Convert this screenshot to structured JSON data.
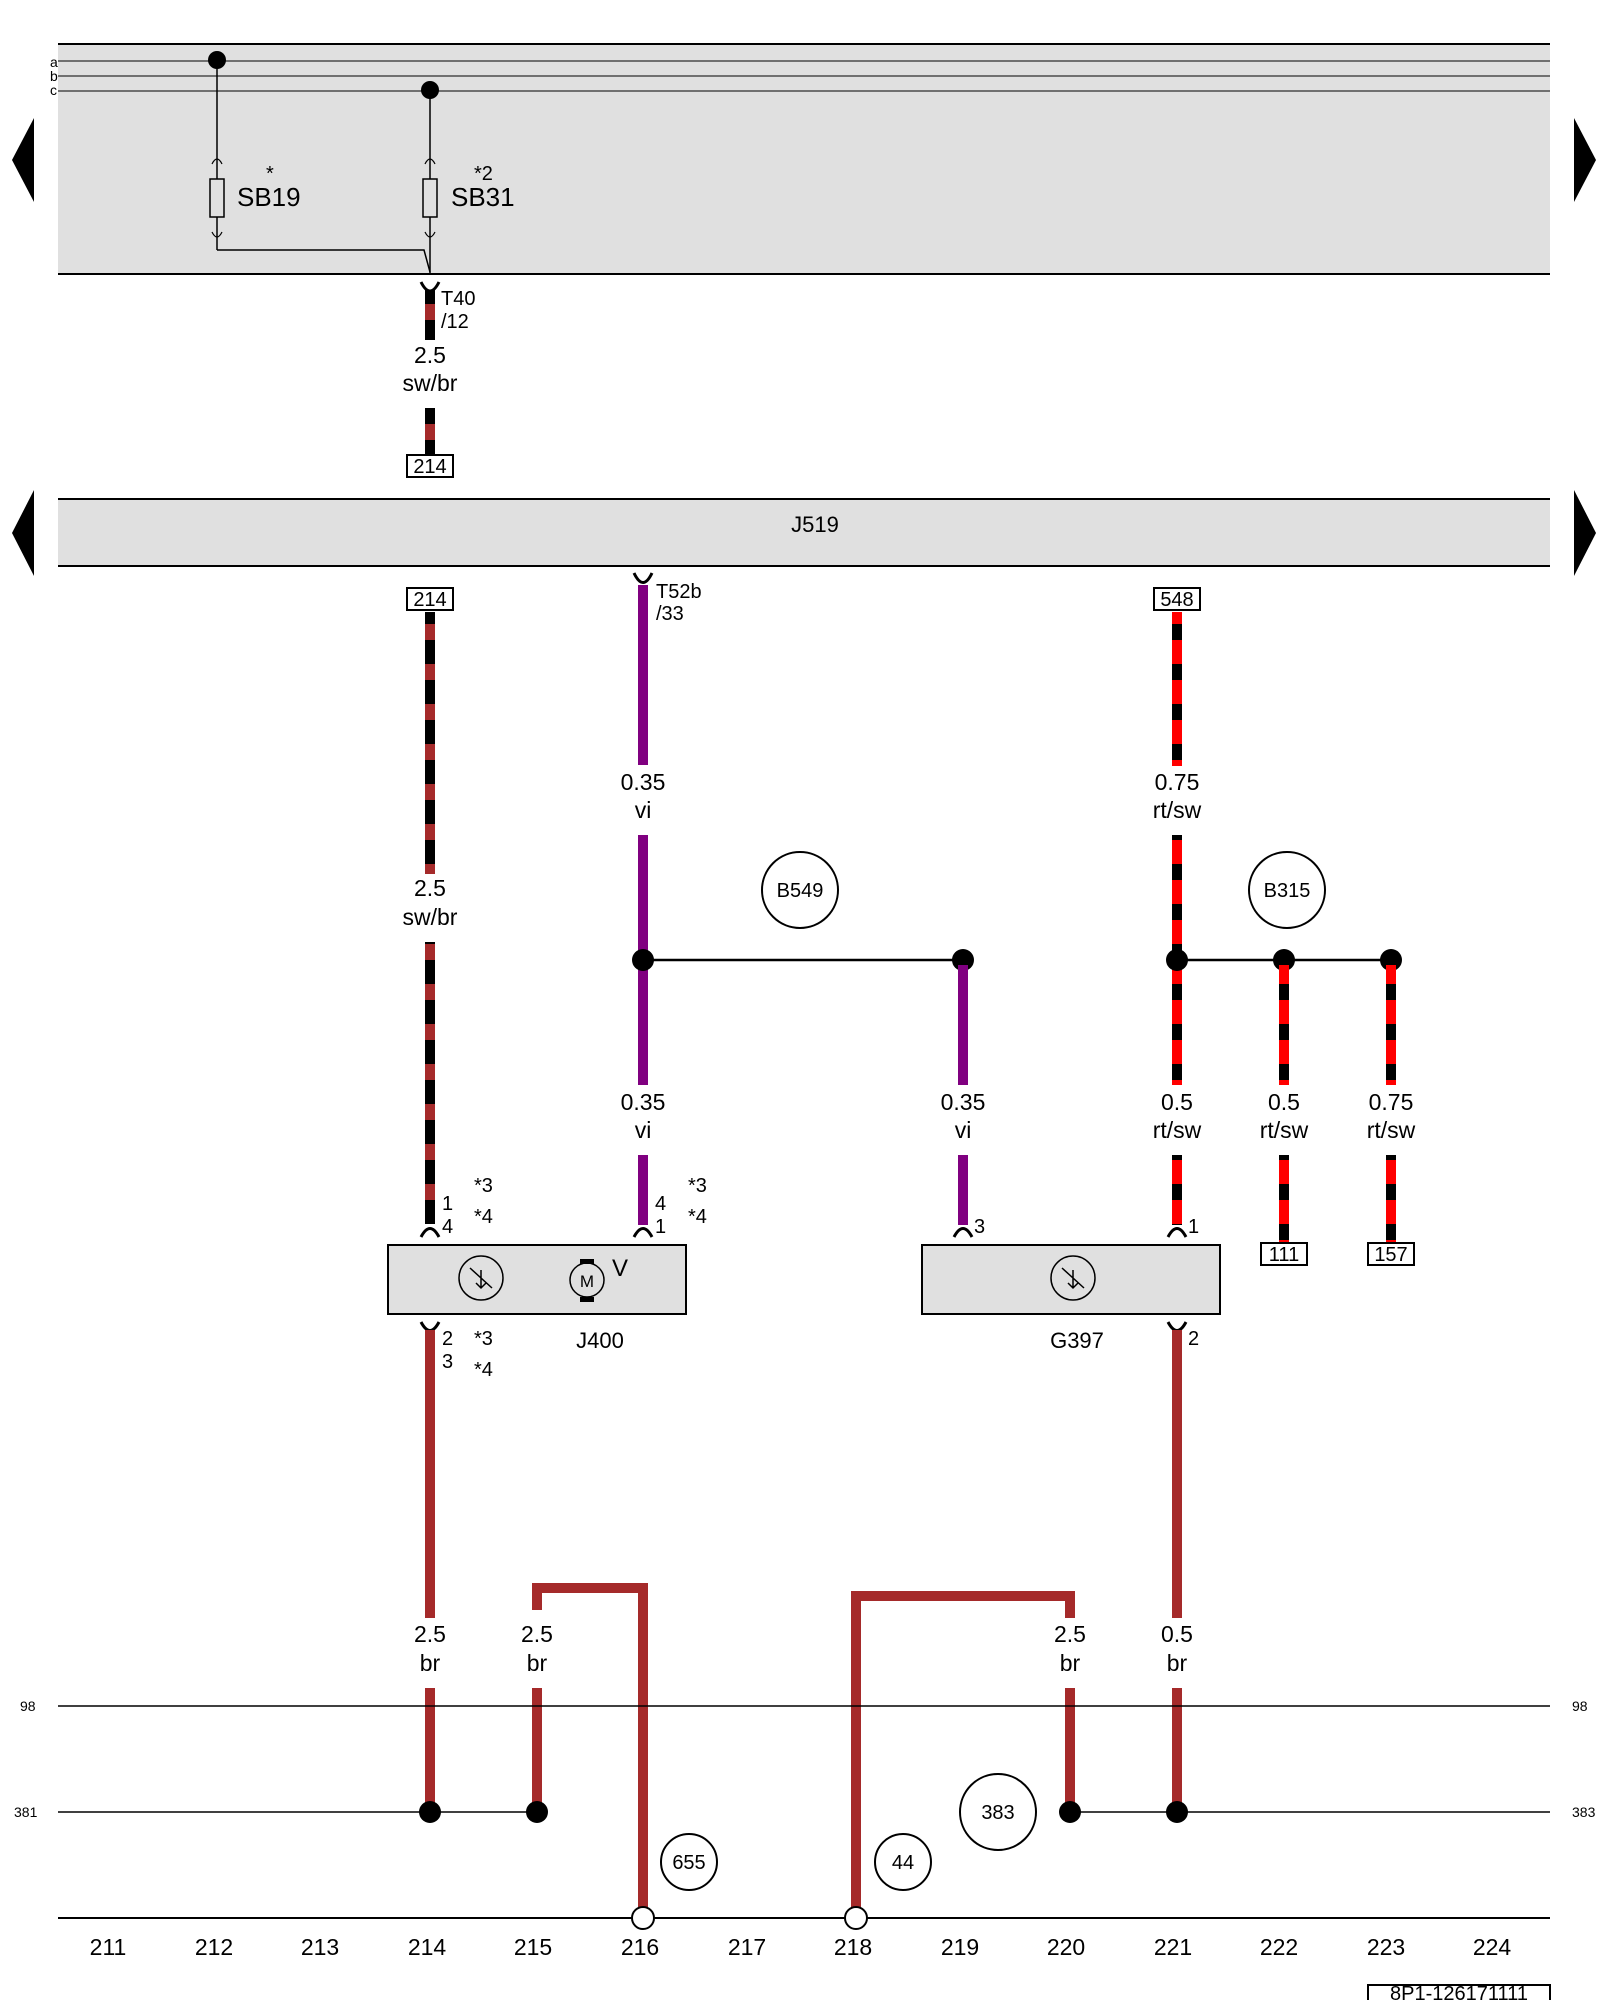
{
  "top_box": {
    "bus_labels": [
      "a",
      "b",
      "c"
    ],
    "fuses": [
      {
        "name": "SB19",
        "note": "*"
      },
      {
        "name": "SB31",
        "note": "*2"
      }
    ]
  },
  "connector_t40": {
    "name": "T40",
    "pin": "/12"
  },
  "wire_top": {
    "size": "2.5",
    "color": "sw/br"
  },
  "ref_214_top": "214",
  "control_unit": {
    "name": "J519"
  },
  "ref_214": "214",
  "ref_548": "548",
  "connector_t52b": {
    "name": "T52b",
    "pin": "/33"
  },
  "wires": {
    "col214_upper": {
      "size": "2.5",
      "color": "sw/br"
    },
    "col216_upper": {
      "size": "0.35",
      "color": "vi"
    },
    "col216_lower": {
      "size": "0.35",
      "color": "vi"
    },
    "col219_lower": {
      "size": "0.35",
      "color": "vi"
    },
    "col221_upper": {
      "size": "0.75",
      "color": "rt/sw"
    },
    "col221_lower": {
      "size": "0.5",
      "color": "rt/sw"
    },
    "col222_lower": {
      "size": "0.5",
      "color": "rt/sw"
    },
    "col223_lower": {
      "size": "0.75",
      "color": "rt/sw"
    },
    "ground_214": {
      "size": "2.5",
      "color": "br"
    },
    "ground_215": {
      "size": "2.5",
      "color": "br"
    },
    "ground_220": {
      "size": "2.5",
      "color": "br"
    },
    "ground_221": {
      "size": "0.5",
      "color": "br"
    }
  },
  "splices": {
    "b549": "B549",
    "b315": "B315"
  },
  "refs_small": {
    "r111": "111",
    "r157": "157"
  },
  "component_j400": {
    "name": "J400",
    "motor_label": "V",
    "motor_symbol": "M",
    "pins_top_left": [
      "1",
      "4"
    ],
    "pins_top_right": [
      "4",
      "1"
    ],
    "pins_bottom": [
      "2",
      "3"
    ],
    "notes_top_left": [
      "*3",
      "*4"
    ],
    "notes_top_right": [
      "*3",
      "*4"
    ],
    "notes_bottom": [
      "*3",
      "*4"
    ]
  },
  "component_g397": {
    "name": "G397",
    "pin_left": "3",
    "pin_right_top": "1",
    "pin_bottom": "2"
  },
  "ground_points": {
    "g655": "655",
    "g44": "44",
    "g383": "383"
  },
  "bus_numbers": {
    "line98_left": "98",
    "line98_right": "98",
    "line381_left": "381",
    "line383_right": "383"
  },
  "column_numbers": [
    "211",
    "212",
    "213",
    "214",
    "215",
    "216",
    "217",
    "218",
    "219",
    "220",
    "221",
    "222",
    "223",
    "224"
  ],
  "document_id": "8P1-126171111",
  "colors": {
    "shaded_box": "#e0e0e0",
    "sw_black": "#000000",
    "br_brown": "#a52a2a",
    "rt_red": "#ff0000",
    "vi_violet": "#800080"
  }
}
